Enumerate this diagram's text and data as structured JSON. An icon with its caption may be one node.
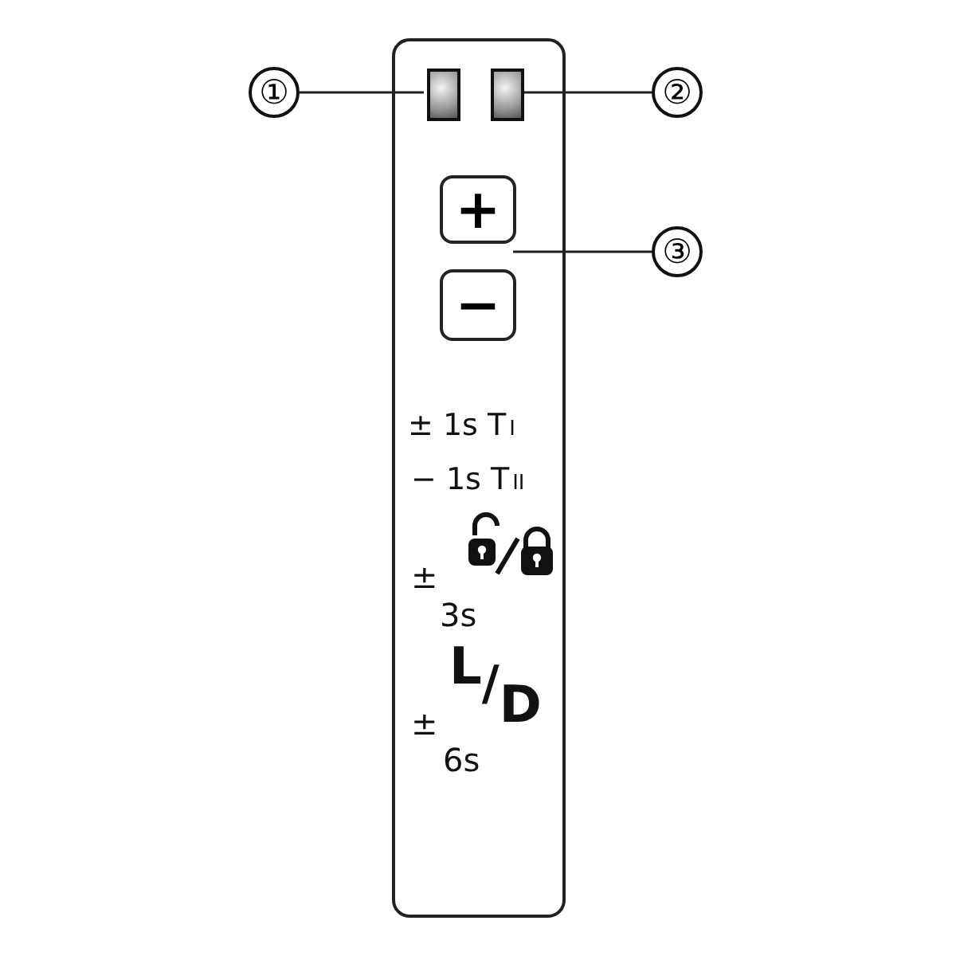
{
  "diagram": {
    "nodes": [
      {
        "text": [
          "± 1s T$_{I}$",
          "− 1s T$_{II}$",
          "±",
          "3s",
          "±",
          "$^{L}$/$_{D}$",
          "6s"
        ]
      },
      {
        "text": [],
        "shape": "box",
        "in": 0
      },
      {
        "text": [],
        "shape": "box",
        "in": 0
      },
      {
        "text": [
          "+"
        ],
        "in": 0
      },
      {
        "text": [
          "−"
        ],
        "in": 0
      },
      {
        "text": [
          "①"
        ]
      },
      {
        "text": [
          "②"
        ]
      },
      {
        "text": [
          "③"
        ]
      }
    ],
    "edges": [
      {
        "from": 5,
        "to": 1,
        "arrow": "none"
      },
      {
        "from": 6,
        "to": 2,
        "arrow": "none"
      },
      {
        "from": 7,
        "to": 3,
        "arrow": "none"
      }
    ]
  }
}
